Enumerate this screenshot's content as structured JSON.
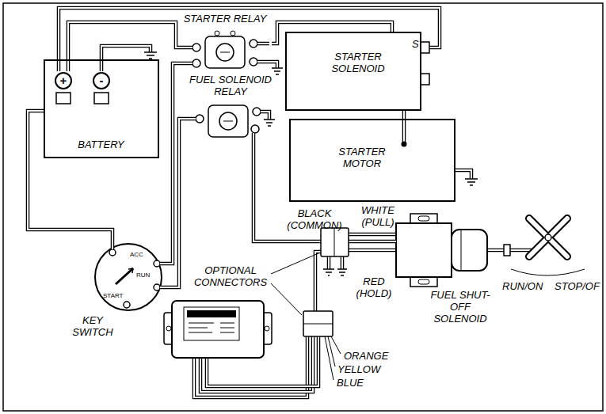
{
  "diagram": {
    "nodes": [
      {
        "text": [
          "+",
          "-",
          "BATTERY"
        ]
      },
      {
        "text": [
          "STARTER RELAY"
        ]
      },
      {
        "text": [
          "S",
          "STARTER SOLENOID"
        ]
      },
      {
        "text": [
          "FUEL SOLENOID RELAY"
        ]
      },
      {
        "text": [
          "STARTER MOTOR"
        ]
      },
      {
        "text": [
          "ACC",
          "RUN",
          "START",
          "KEY SWITCH"
        ]
      },
      {
        "text": [
          "FUEL SHUT-OFF SOLENOID"
        ]
      }
    ],
    "edges": [
      {
        "from": 0,
        "to": 2,
        "arrow": "none"
      },
      {
        "from": 0,
        "to": 1,
        "arrow": "none"
      },
      {
        "from": 0,
        "to": 5,
        "arrow": "none"
      },
      {
        "from": 1,
        "to": 2,
        "arrow": "none"
      },
      {
        "from": 5,
        "to": 1,
        "arrow": "none"
      },
      {
        "from": 5,
        "to": 3,
        "arrow": "none"
      },
      {
        "from": 3,
        "to": 6,
        "arrow": "none"
      },
      {
        "from": 2,
        "to": 4,
        "arrow": "none"
      }
    ],
    "labels": [
      "BLACK (COMMON)",
      "WHITE (PULL)",
      "RED (HOLD)",
      "OPTIONAL CONNECTORS",
      "ORANGE",
      "YELLOW",
      "BLUE",
      "RUN/ON",
      "STOP/OF"
    ]
  }
}
